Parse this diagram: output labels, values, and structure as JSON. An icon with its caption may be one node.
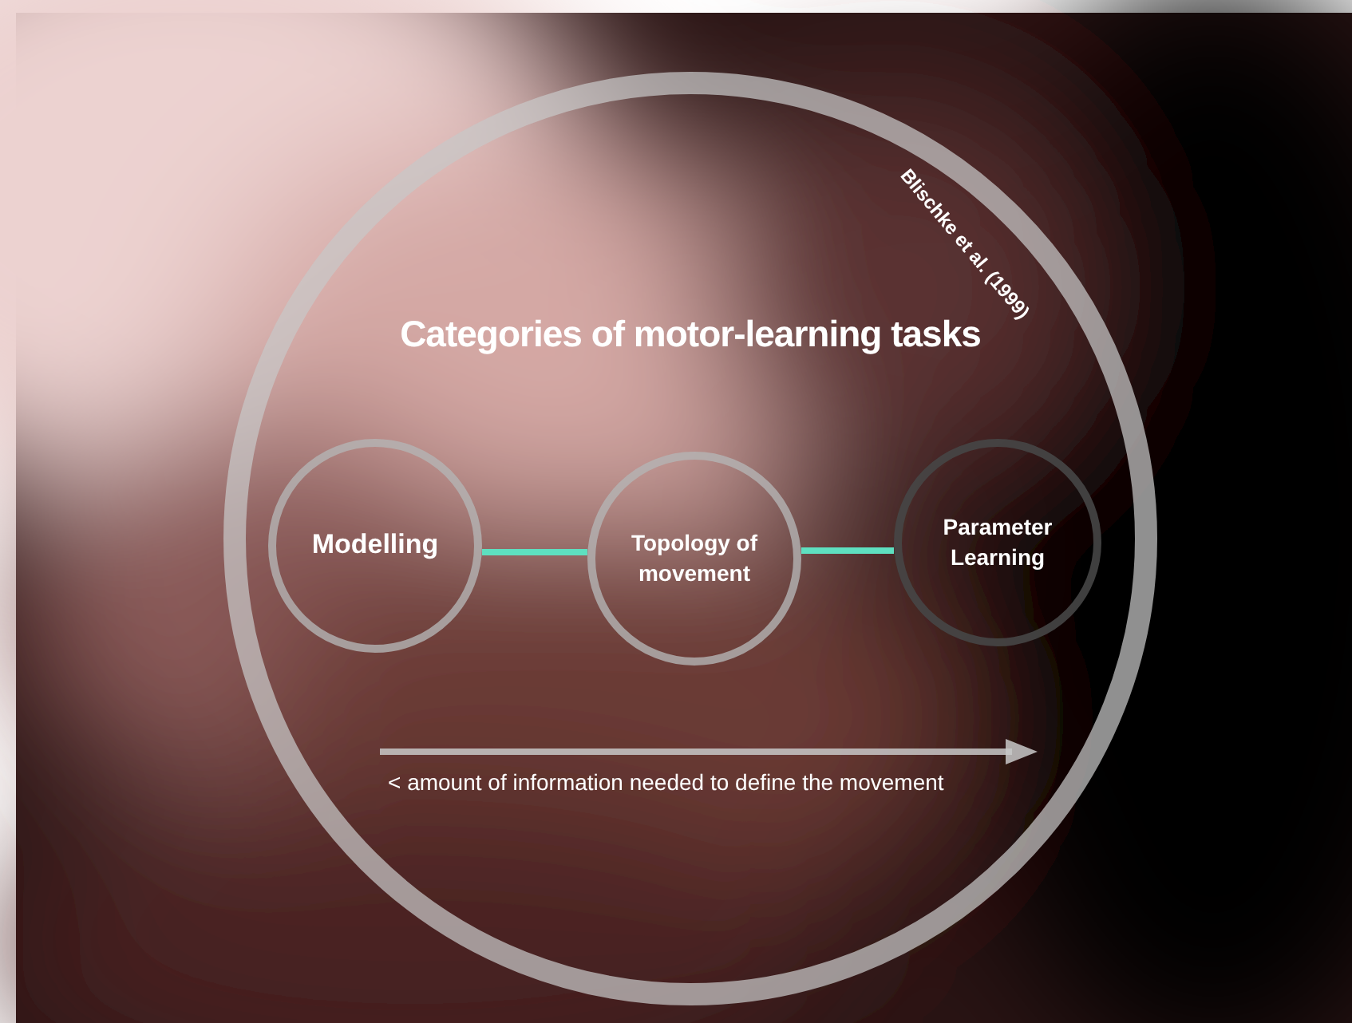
{
  "diagram": {
    "nodes": [
      {
        "text": [
          "Categories of motor-learning tasks",
          "Blischke et al. (1999)"
        ]
      },
      {
        "text": [
          "Modelling"
        ],
        "in": 0
      },
      {
        "text": [
          "Topology of movement"
        ],
        "in": 0
      },
      {
        "text": [
          "Parameter Learning"
        ],
        "in": 0
      }
    ],
    "edges": [
      {
        "from": 1,
        "to": 2,
        "arrow": "none",
        "color": "#5ee0c0"
      },
      {
        "from": 2,
        "to": 3,
        "arrow": "none",
        "color": "#5ee0c0"
      }
    ],
    "labels": [
      "< amount of information needed to define the movement"
    ]
  }
}
